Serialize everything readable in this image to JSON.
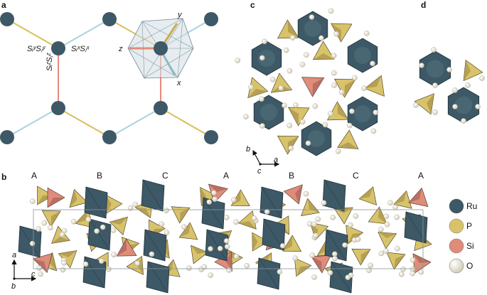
{
  "panels": {
    "a": "a",
    "b": "b",
    "c": "c",
    "d": "d"
  },
  "panel_a": {
    "bond_y": "SᵢʸSⱼʸ",
    "bond_x": "SᵢˣSⱼˣ",
    "bond_z": "SᵢᶻSⱼᶻ",
    "axis_x": "x",
    "axis_y": "y",
    "axis_z": "z"
  },
  "panel_b": {
    "stacking": [
      "A",
      "B",
      "C",
      "A",
      "B",
      "C",
      "A"
    ],
    "axis_a": "a",
    "axis_b": "b",
    "axis_c": "c"
  },
  "panel_c": {
    "axis_a": "a",
    "axis_b": "b",
    "axis_c": "c"
  },
  "legend": [
    {
      "label": "Ru",
      "color": "#3d5866"
    },
    {
      "label": "P",
      "color": "#d9c36a"
    },
    {
      "label": "Si",
      "color": "#e08c7a"
    },
    {
      "label": "O",
      "color": "#eeeadc"
    }
  ],
  "colors": {
    "bond_x": "#a9d3dd",
    "bond_y": "#d8bf5a",
    "bond_z": "#e8897d",
    "ru": "#3d5866"
  }
}
